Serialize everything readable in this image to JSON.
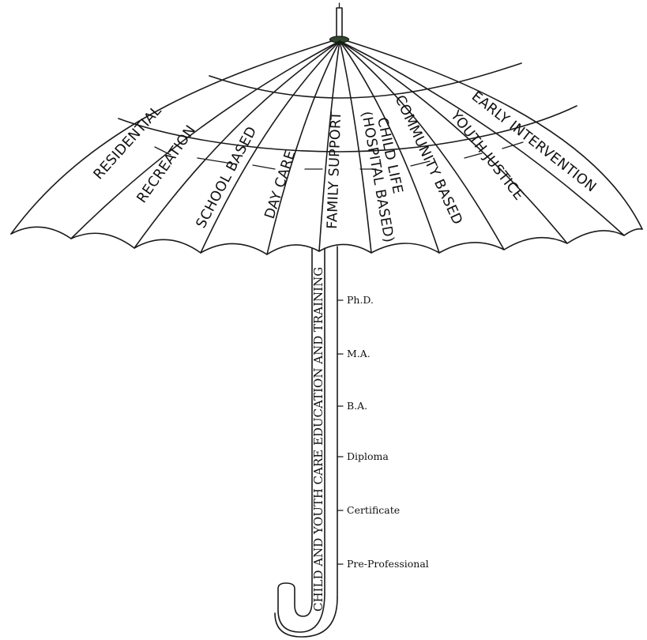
{
  "canopy": {
    "sectors": [
      "RESIDENTIAL",
      "RECREATION",
      "SCHOOL BASED",
      "DAY CARE",
      "FAMILY SUPPORT",
      "CHILD LIFE",
      "(HOSPITAL BASED)",
      "COMMUNITY BASED",
      "YOUTH JUSTICE",
      "EARLY INTERVENTION"
    ]
  },
  "shaft": {
    "label": "CHILD AND YOUTH CARE EDUCATION AND TRAINING",
    "levels": [
      "Ph.D.",
      "M.A.",
      "B.A.",
      "Diploma",
      "Certificate",
      "Pre-Professional"
    ]
  },
  "colors": {
    "ink": "#1a1a1a",
    "crown": "#2f4a2a",
    "background": "#ffffff"
  }
}
